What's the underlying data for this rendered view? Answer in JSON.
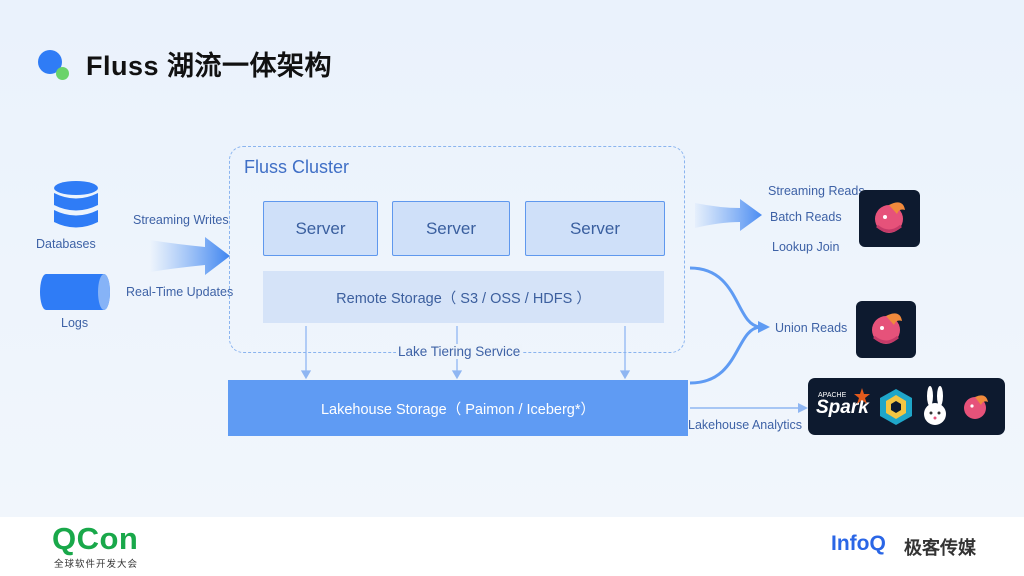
{
  "slide": {
    "title": "Fluss 湖流一体架构"
  },
  "sources": {
    "databases": "Databases",
    "logs": "Logs",
    "streaming_writes": "Streaming Writes",
    "realtime_updates": "Real-Time Updates"
  },
  "cluster": {
    "label": "Fluss Cluster",
    "servers": [
      "Server",
      "Server",
      "Server"
    ],
    "remote_storage": "Remote Storage（ S3 / OSS / HDFS ）",
    "tiering_service": "Lake Tiering Service"
  },
  "lakehouse": {
    "label": "Lakehouse Storage（ Paimon / Iceberg*）"
  },
  "reads": {
    "streaming_reads": "Streaming Reads",
    "batch_reads": "Batch Reads",
    "lookup_join": "Lookup Join",
    "union_reads": "Union Reads",
    "lakehouse_analytics": "Lakehouse Analytics",
    "spark_logo_text": "Spark",
    "spark_logo_small": "APACHE"
  },
  "footer": {
    "qcon": "QCon",
    "qcon_sub": "全球软件开发大会",
    "infoq": "InfoQ",
    "infoq_cn": "极客传媒"
  }
}
